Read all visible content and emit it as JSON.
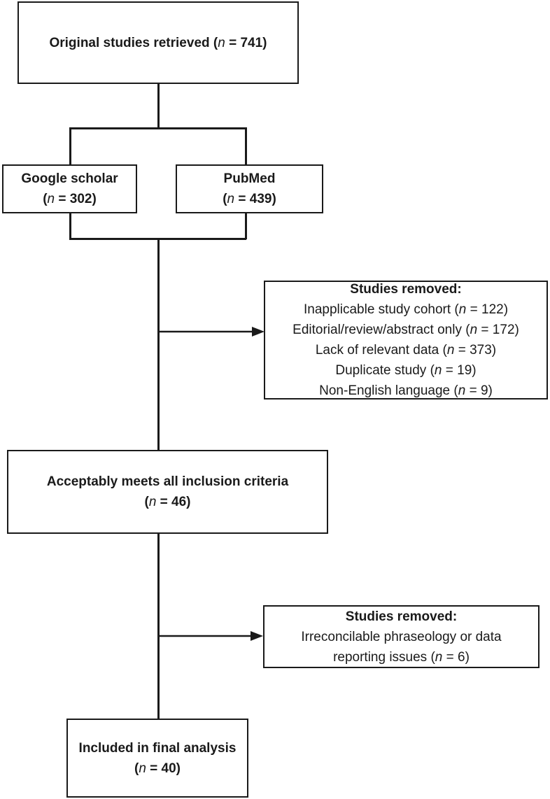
{
  "nodes": {
    "original": {
      "label": "Original studies retrieved (",
      "n_label": "n",
      "value_text": " = 741)"
    },
    "google": {
      "line1": "Google scholar",
      "line2_pre": "(",
      "n_label": "n",
      "line2_post": " = 302)"
    },
    "pubmed": {
      "line1": "PubMed",
      "line2_pre": "(",
      "n_label": "n",
      "line2_post": " = 439)"
    },
    "removed1": {
      "heading": "Studies removed:",
      "items": [
        {
          "pre": "Inapplicable study cohort  (",
          "n_label": "n",
          "post": " = 122)"
        },
        {
          "pre": "Editorial/review/abstract only (",
          "n_label": "n",
          "post": " = 172)"
        },
        {
          "pre": "Lack of relevant data (",
          "n_label": "n",
          "post": " = 373)"
        },
        {
          "pre": "Duplicate study (",
          "n_label": "n",
          "post": " = 19)"
        },
        {
          "pre": "Non-English language (",
          "n_label": "n",
          "post": " = 9)"
        }
      ]
    },
    "acceptable": {
      "line1": "Acceptably meets all inclusion criteria",
      "line2_pre": "(",
      "n_label": "n",
      "line2_post": " = 46)"
    },
    "removed2": {
      "heading": "Studies removed:",
      "line1": "Irreconcilable phraseology or data",
      "line2_pre": "reporting issues (",
      "n_label": "n",
      "line2_post": " = 6)"
    },
    "final": {
      "line1": "Included in final analysis",
      "line2_pre": "(",
      "n_label": "n",
      "line2_post": " = 40)"
    }
  }
}
